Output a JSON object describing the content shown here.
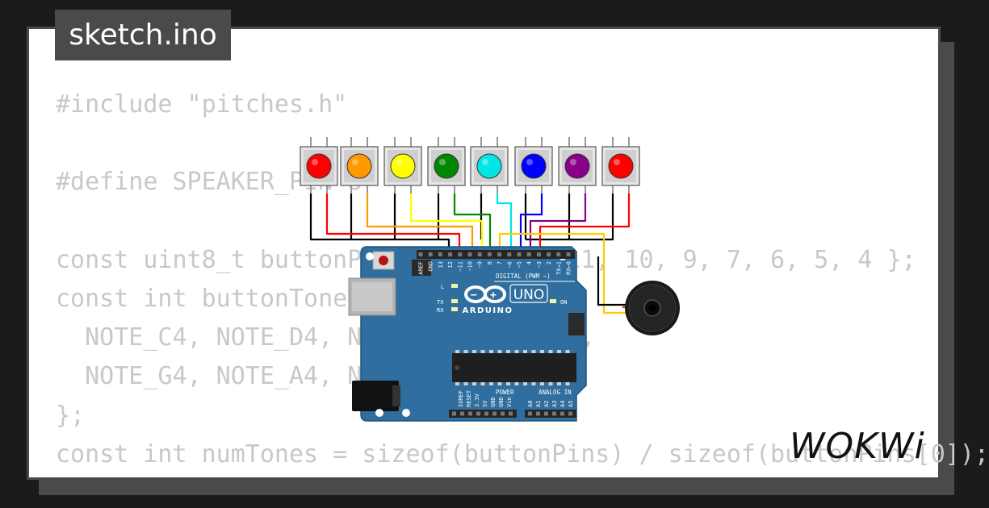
{
  "tab": {
    "title": "sketch.ino"
  },
  "code_lines": [
    "#include \"pitches.h\"",
    "",
    "#define SPEAKER_PIN 8",
    "",
    "const uint8_t buttonPins[] = { 12, 11, 10, 9, 7, 6, 5, 4 };",
    "const int buttonTones[] = {",
    "  NOTE_C4, NOTE_D4, NOTE_E4, NOTE_F4,",
    "  NOTE_G4, NOTE_A4, NOTE_B4, NOTE_C5",
    "};",
    "const int numTones = sizeof(buttonPins) / sizeof(buttonPins[0]);"
  ],
  "buttons": [
    {
      "color": "#ff0000"
    },
    {
      "color": "#ff9900"
    },
    {
      "color": "#ffff00"
    },
    {
      "color": "#008800"
    },
    {
      "color": "#00e5e5"
    },
    {
      "color": "#0000ff"
    },
    {
      "color": "#880088"
    },
    {
      "color": "#ff0000"
    }
  ],
  "board": {
    "name": "UNO",
    "brand": "ARDUINO",
    "digital_header_label": "DIGITAL (PWM ~)",
    "analog_header_label": "ANALOG IN",
    "power_header_label": "POWER",
    "led_labels": [
      "L",
      "TX",
      "RX",
      "ON"
    ],
    "digital_pins": [
      "AREF",
      "GND",
      "13",
      "12",
      "~11",
      "~10",
      "~9",
      "8",
      "7",
      "~6",
      "~5",
      "4",
      "~3",
      "2",
      "TX→1",
      "RX←0"
    ],
    "power_pins": [
      "IOREF",
      "RESET",
      "3.3V",
      "5V",
      "GND",
      "GND",
      "Vin"
    ],
    "analog_pins": [
      "A0",
      "A1",
      "A2",
      "A3",
      "A4",
      "A5"
    ],
    "color": "#2f6e9e"
  },
  "logo": {
    "text": "WOKWi"
  }
}
